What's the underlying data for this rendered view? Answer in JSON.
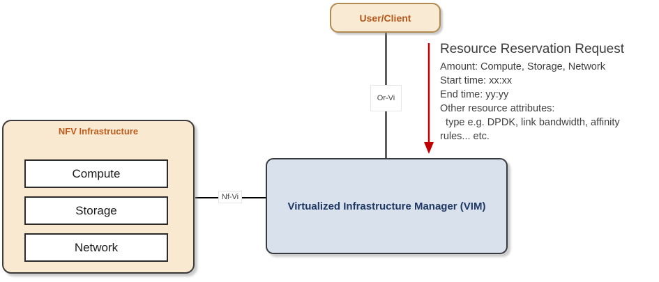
{
  "diagram": {
    "user_client": {
      "label": "User/Client"
    },
    "nfv_infrastructure": {
      "title": "NFV Infrastructure",
      "components": [
        {
          "label": "Compute"
        },
        {
          "label": "Storage"
        },
        {
          "label": "Network"
        }
      ]
    },
    "vim": {
      "label": "Virtualized Infrastructure Manager (VIM)"
    },
    "connectors": {
      "user_to_vim": {
        "label": "Or-Vi"
      },
      "nfvi_to_vim": {
        "label": "Nf-Vi"
      }
    },
    "annotation": {
      "title": "Resource Reservation Request",
      "lines": [
        "Amount: Compute, Storage, Network",
        "Start time: xx:xx",
        "End time: yy:yy",
        "Other resource attributes:",
        "  type e.g. DPDK, link bandwidth, affinity",
        "rules... etc."
      ]
    },
    "colors": {
      "tan_fill": "#F8E9D0",
      "tan_border": "#B28A50",
      "orange_text": "#B75819",
      "vim_fill": "#D9E2EC",
      "vim_text": "#1F3864",
      "dark_border": "#3B3B3B",
      "arrow_red": "#C00000",
      "connector_black": "#000000",
      "annotation_text": "#404040"
    }
  }
}
